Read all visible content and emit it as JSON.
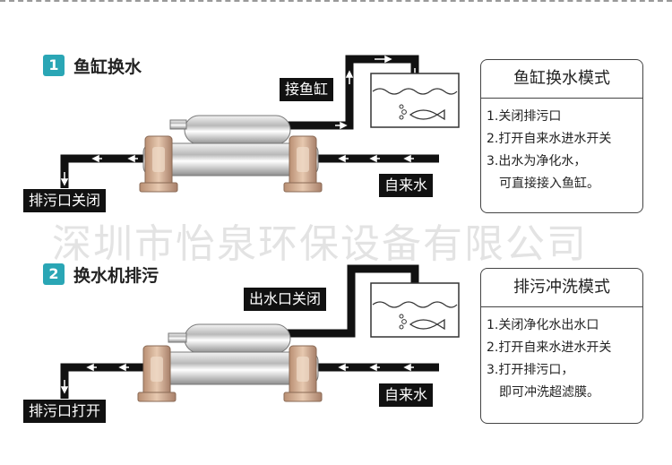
{
  "watermark": "深圳市怡泉环保设备有限公司",
  "sections": [
    {
      "number": "1",
      "title": "鱼缸换水",
      "labels": {
        "tank": "接鱼缸",
        "drain": "排污口关闭",
        "tap": "自来水"
      },
      "panel": {
        "title": "鱼缸换水模式",
        "lines": [
          "1.关闭排污口",
          "2.打开自来水进水开关",
          "3.出水为净化水，",
          "可直接接入鱼缸。"
        ]
      }
    },
    {
      "number": "2",
      "title": "换水机排污",
      "labels": {
        "tank": "出水口关闭",
        "drain": "排污口打开",
        "tap": "自来水"
      },
      "panel": {
        "title": "排污冲洗模式",
        "lines": [
          "1.关闭净化水出水口",
          "2.打开自来水进水开关",
          "3.打开排污口，",
          "即可冲洗超滤膜。"
        ]
      }
    }
  ],
  "colors": {
    "accent": "#2aa6b5",
    "pipe": "#111111",
    "stainless": "#c8c8c8",
    "bracket": "#c9a488"
  }
}
